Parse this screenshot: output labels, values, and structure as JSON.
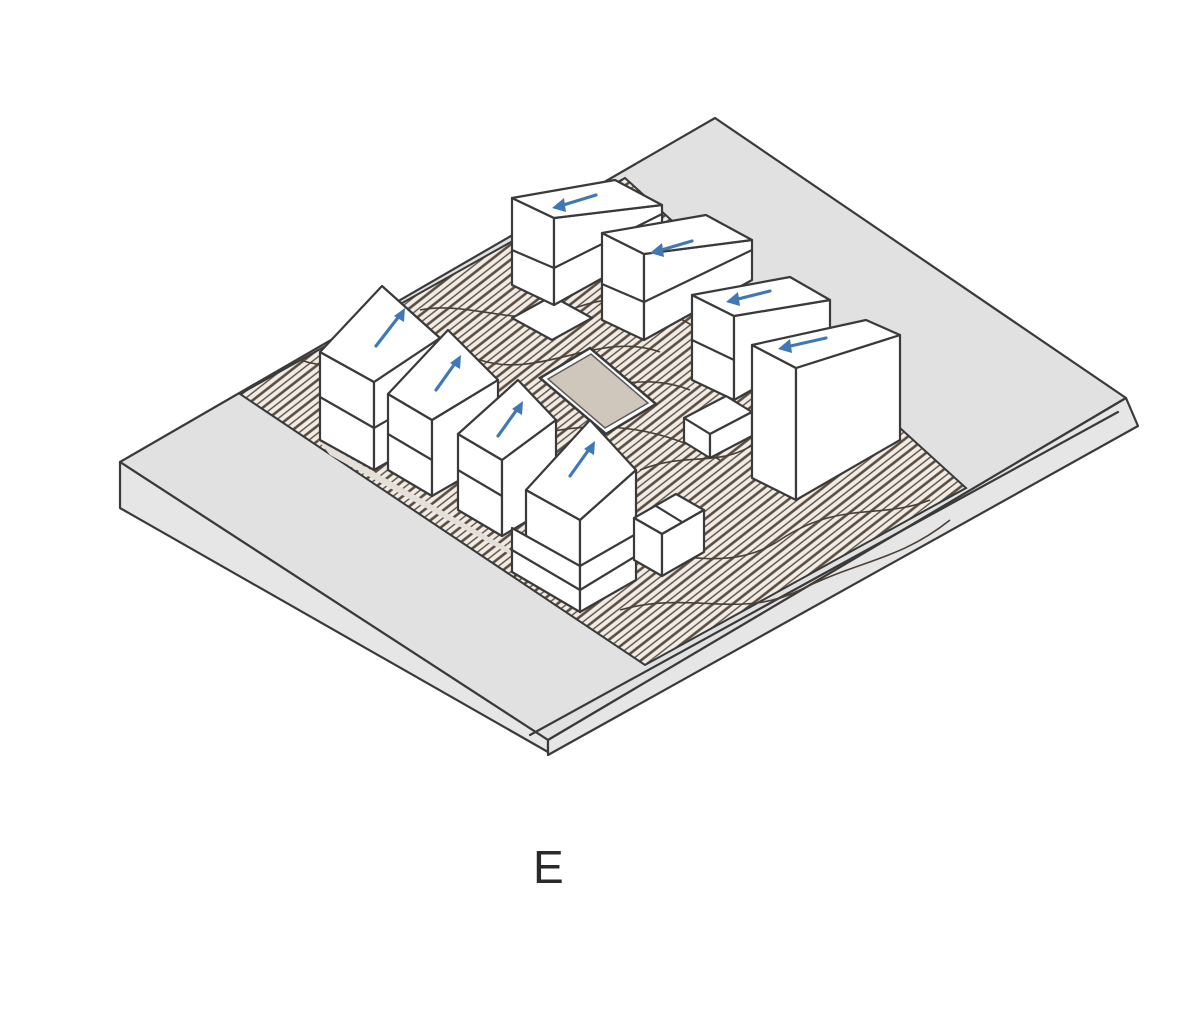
{
  "figure": {
    "label": "E"
  },
  "colors": {
    "ground": "#e1e1e1",
    "courtyard_paving": "#e4dfd8",
    "building": "#ffffff",
    "outline": "#3a3a3a",
    "orientation_arrow": "#3f78b5",
    "central_pool": "#cfc6bc"
  },
  "elements": {
    "buildings_west_row": 4,
    "buildings_east_row": 4,
    "orientation_arrows": 8
  }
}
